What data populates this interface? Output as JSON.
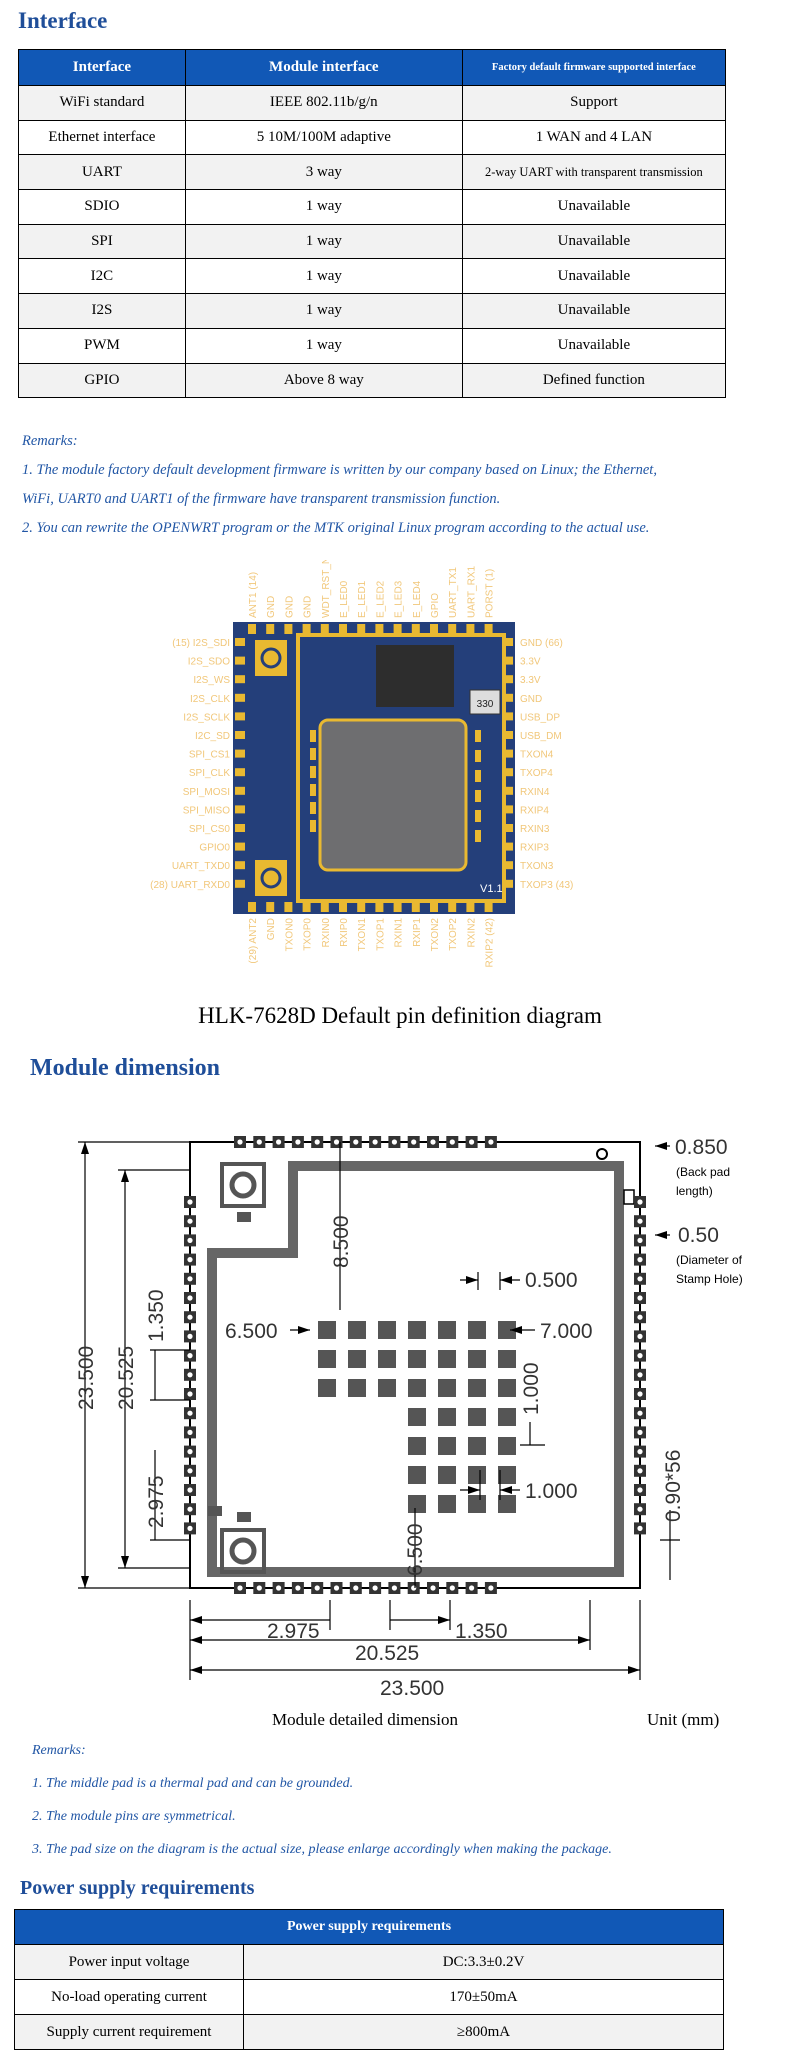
{
  "interface": {
    "heading": "Interface",
    "headers": [
      "Interface",
      "Module interface",
      "Factory default firmware supported interface"
    ],
    "rows": [
      [
        "WiFi standard",
        "IEEE 802.11b/g/n",
        "Support"
      ],
      [
        "Ethernet interface",
        "5 10M/100M adaptive",
        "1 WAN and 4 LAN"
      ],
      [
        "UART",
        "3 way",
        "2-way UART with transparent transmission"
      ],
      [
        "SDIO",
        "1 way",
        "Unavailable"
      ],
      [
        "SPI",
        "1 way",
        "Unavailable"
      ],
      [
        "I2C",
        "1 way",
        "Unavailable"
      ],
      [
        "I2S",
        "1 way",
        "Unavailable"
      ],
      [
        "PWM",
        "1 way",
        "Unavailable"
      ],
      [
        "GPIO",
        "Above 8 way",
        "Defined function"
      ]
    ]
  },
  "remarks1": {
    "title": "Remarks:",
    "lines": [
      "1. The module factory default development firmware is written by our company based on Linux; the Ethernet,",
      "WiFi, UART0 and UART1 of the firmware have transparent transmission function.",
      "2. You can rewrite the OPENWRT program or the MTK original Linux program according to the actual use."
    ]
  },
  "pinout": {
    "caption": "HLK-7628D Default pin definition diagram",
    "version": "V1.1",
    "chip_mark": "330",
    "top_pins": [
      "ANT1 (14)",
      "GND",
      "GND",
      "GND",
      "WDT_RST_N",
      "E_LED0",
      "E_LED1",
      "E_LED2",
      "E_LED3",
      "E_LED4",
      "GPIO",
      "UART_TX1",
      "UART_RX1",
      "PORST (1)"
    ],
    "left_pins": [
      "(15) I2S_SDI",
      "I2S_SDO",
      "I2S_WS",
      "I2S_CLK",
      "I2S_SCLK",
      "I2C_SD",
      "SPI_CS1",
      "SPI_CLK",
      "SPI_MOSI",
      "SPI_MISO",
      "SPI_CS0",
      "GPIO0",
      "UART_TXD0",
      "(28) UART_RXD0"
    ],
    "right_pins": [
      "GND (66)",
      "3.3V",
      "3.3V",
      "GND",
      "USB_DP",
      "USB_DM",
      "TXON4",
      "TXOP4",
      "RXIN4",
      "RXIP4",
      "RXIN3",
      "RXIP3",
      "TXON3",
      "TXOP3 (43)"
    ],
    "bottom_pins": [
      "(29) ANT2",
      "GND",
      "TXON0",
      "TXOP0",
      "RXIN0",
      "RXIP0",
      "TXON1",
      "TXOP1",
      "RXIN1",
      "RXIP1",
      "TXON2",
      "TXOP2",
      "RXIN2",
      "RXIP2 (42)"
    ]
  },
  "dimension": {
    "heading": "Module dimension",
    "labels": {
      "back_pad": "0.850",
      "back_pad_note1": "(Back pad",
      "back_pad_note2": "length)",
      "stamp": "0.50",
      "stamp_note1": "(Diameter of",
      "stamp_note2": "Stamp Hole)",
      "top_margin": "8.500",
      "pad_w": "0.500",
      "left_offset": "6.500",
      "right_offset": "7.000",
      "left_1350": "1.350",
      "left_20525": "20.525",
      "left_23500": "23.500",
      "left_2975": "2.975",
      "pitch_v": "1.000",
      "pitch_h": "1.000",
      "bottom_6500": "6.500",
      "pin_spec": "0.90*56",
      "bottom_2975": "2.975",
      "bottom_1350": "1.350",
      "bottom_20525": "20.525",
      "bottom_23500": "23.500"
    },
    "caption": "Module  detailed  dimension",
    "unit": "Unit  (mm)"
  },
  "remarks2": {
    "title": "Remarks:",
    "lines": [
      "1. The middle pad is a thermal pad and can be grounded.",
      "2. The module pins are symmetrical.",
      "3. The pad size on the diagram is the actual size, please enlarge accordingly when making the package."
    ]
  },
  "power": {
    "heading": "Power supply requirements",
    "table_title": "Power supply requirements",
    "rows": [
      [
        "Power input voltage",
        "DC:3.3±0.2V"
      ],
      [
        "No-load operating current",
        "170±50mA"
      ],
      [
        "Supply current requirement",
        "≥800mA"
      ]
    ]
  },
  "colors": {
    "heading": "#1f4e99",
    "table_header": "#1158b6",
    "remark": "#2156a5",
    "pcb_blue": "#243f7a",
    "pcb_gold": "#e9b931",
    "pin_label": "#f1c77a"
  }
}
